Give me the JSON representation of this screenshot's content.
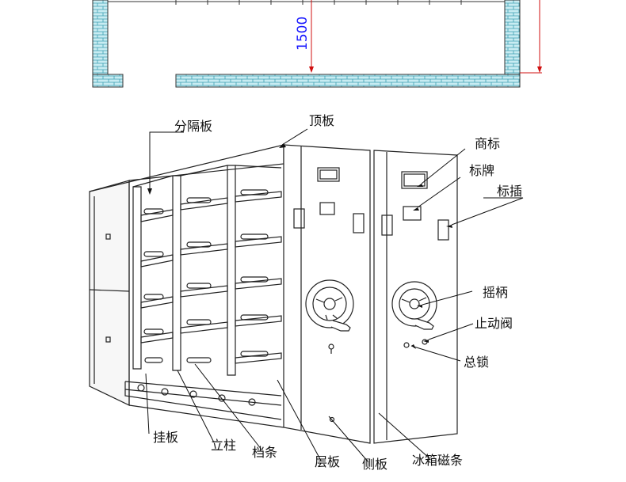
{
  "floor_plan": {
    "dimension": "1500"
  },
  "labels": {
    "partition": "分隔板",
    "top_panel": "顶板",
    "brand_logo": "商标",
    "nameplate": "标牌",
    "label_slot": "标插",
    "crank_handle": "摇柄",
    "stop_valve": "止动阀",
    "master_lock": "总锁",
    "hanging_plate": "挂板",
    "upright_post": "立柱",
    "file_bar": "档条",
    "shelf_board": "层板",
    "side_panel": "侧板",
    "magnetic_strip": "冰箱磁条"
  },
  "colors": {
    "wall_fill": "#c8ecf2",
    "wall_brick": "#3d9fb3",
    "dim_line": "#d01010",
    "dim_text": "#1a1aff",
    "line": "#222222"
  }
}
